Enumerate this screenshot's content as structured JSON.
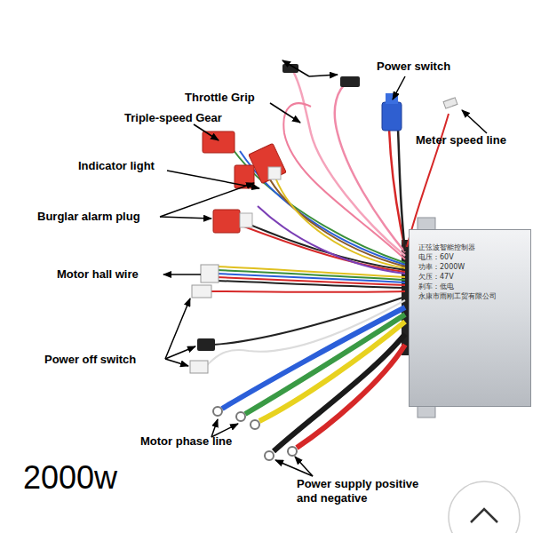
{
  "diagram": {
    "nodes": [
      {
        "text": [
          "正弦波智能控制器",
          "电压：60V",
          "功率：2000W",
          "欠压：47V",
          "刹车：低电",
          "永康市雨刚工贸有限公司"
        ]
      }
    ],
    "labels": [
      "Power switch",
      "Throttle Grip",
      "Triple-speed Gear",
      "Meter speed line",
      "Indicator light",
      "Burglar alarm plug",
      "Motor hall wire",
      "Power off switch",
      "Motor phase line",
      "Power supply positive and negative",
      "2000w"
    ]
  }
}
